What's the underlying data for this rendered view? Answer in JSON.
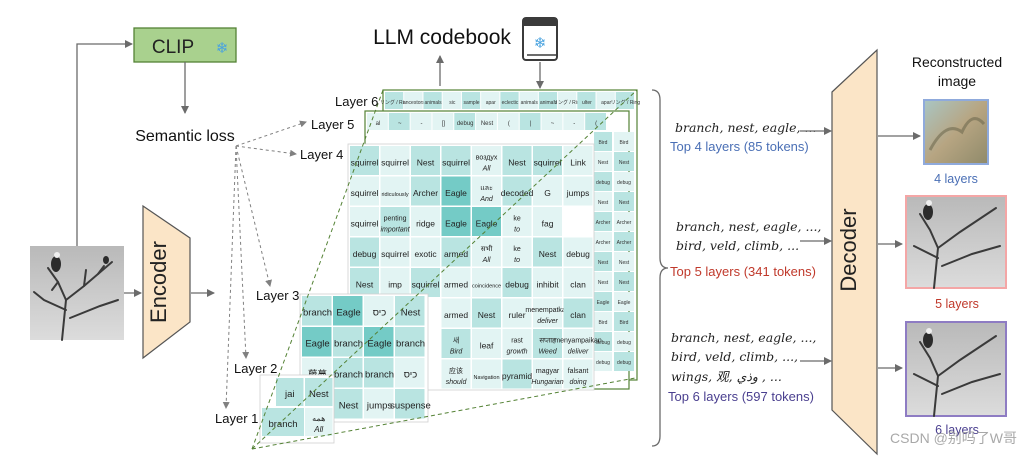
{
  "clip": {
    "label": "CLIP",
    "icon": "snowflake-icon"
  },
  "semantic_loss": "Semantic loss",
  "encoder": "Encoder",
  "decoder": "Decoder",
  "codebook": {
    "label": "LLM codebook",
    "icon": "frozen-book-icon"
  },
  "layers": [
    "Layer 1",
    "Layer 2",
    "Layer 3",
    "Layer 4",
    "Layer 5",
    "Layer 6"
  ],
  "grid_layer4": [
    [
      "squirrel",
      "squirrel",
      "Nest",
      "squirrel",
      "воздух / All",
      "Nest",
      "squirrel",
      "Link"
    ],
    [
      "squirrel",
      "ridiculously",
      "Archer",
      "Eagle",
      "และ / And",
      "decoded",
      "G",
      "jumps"
    ],
    [
      "squirrel",
      "penting / important",
      "ridge",
      "Eagle",
      "Eagle",
      "ke / to",
      "fag",
      ""
    ],
    [
      "debug",
      "squirrel",
      "exotic",
      "armed",
      "सभी / All",
      "ke / to",
      "Nest",
      "debug"
    ],
    [
      "Nest",
      "imp",
      "squirrel",
      "armed",
      "coincidence",
      "debug",
      "inhibit",
      "clan"
    ],
    [
      "",
      "",
      "",
      "armed",
      "Nest",
      "ruler",
      "menempatkan / deliver",
      "clan"
    ],
    [
      "",
      "",
      "",
      "새 / Bird",
      "leaf",
      "rast / growth",
      "सप्ताह / Weed",
      "menyampaikan / deliver"
    ],
    [
      "",
      "",
      "",
      "应该 / should",
      "Navigation",
      "pyramid",
      "magyar / Hungarian",
      "falsant / doing"
    ]
  ],
  "grid_layer3": [
    [
      "branch",
      "Eagle",
      "כיס",
      "Nest"
    ],
    [
      "Eagle",
      "branch",
      "Eagle",
      "branch"
    ],
    [
      "藤蔓",
      "branch",
      "branch",
      "כיס"
    ],
    [
      "",
      "Nest",
      "jumps",
      "suspense"
    ]
  ],
  "grid_layer1": [
    [
      "jai",
      "Nest"
    ],
    [
      "branch",
      "همه / All"
    ]
  ],
  "layer6_top_row": [
    "リング / Ring",
    "ancestors",
    "animals",
    "sic",
    "sample",
    "apar",
    "eclectic",
    "animals",
    "animals",
    "リング / Ring",
    "ulter",
    "apar",
    "リング / Ring"
  ],
  "layer5_top_row": [
    "al",
    "~",
    "-",
    "[]",
    "debug",
    "Nest",
    "(",
    "|",
    "~",
    "-",
    "("
  ],
  "side_column": [
    "Bird",
    "Nest",
    "debug",
    "Nest",
    "Archer",
    "Archer",
    "Nest",
    "Nest",
    "Eagle",
    "Bird",
    "debug",
    "debug"
  ],
  "outputs": [
    {
      "words": [
        "branch, nest, eagle, ..."
      ],
      "caption": "Top 4 layers (85 tokens)",
      "color": "#4a6fb5",
      "recon_label": "4 layers"
    },
    {
      "words": [
        "branch, nest, eagle, ...,",
        "bird, veld, climb, ..."
      ],
      "caption": "Top 5 layers (341 tokens)",
      "color": "#c0392b",
      "recon_label": "5 layers"
    },
    {
      "words": [
        "branch, nest, eagle, ...,",
        "bird, veld, climb, ...,",
        "wings, 观, وذي , ..."
      ],
      "caption": "Top 6 layers (597 tokens)",
      "color": "#4a3f8f",
      "recon_label": "6 layers"
    }
  ],
  "reconstructed_title": "Reconstructed image",
  "watermark": "CSDN @别吗了W哥",
  "colors": {
    "clip_fill": "#a9d18e",
    "clip_stroke": "#548235",
    "trapezoid_fill": "#fbe5c7",
    "trapezoid_stroke": "#555555",
    "cell_light": "#e2f4f3",
    "cell_mid": "#b9e4e1",
    "cell_dark": "#74cbc6",
    "outline_green": "#548235",
    "recon4_border": "#8faadc",
    "recon5_border": "#f4a6a6",
    "recon6_border": "#8e7cc3"
  }
}
